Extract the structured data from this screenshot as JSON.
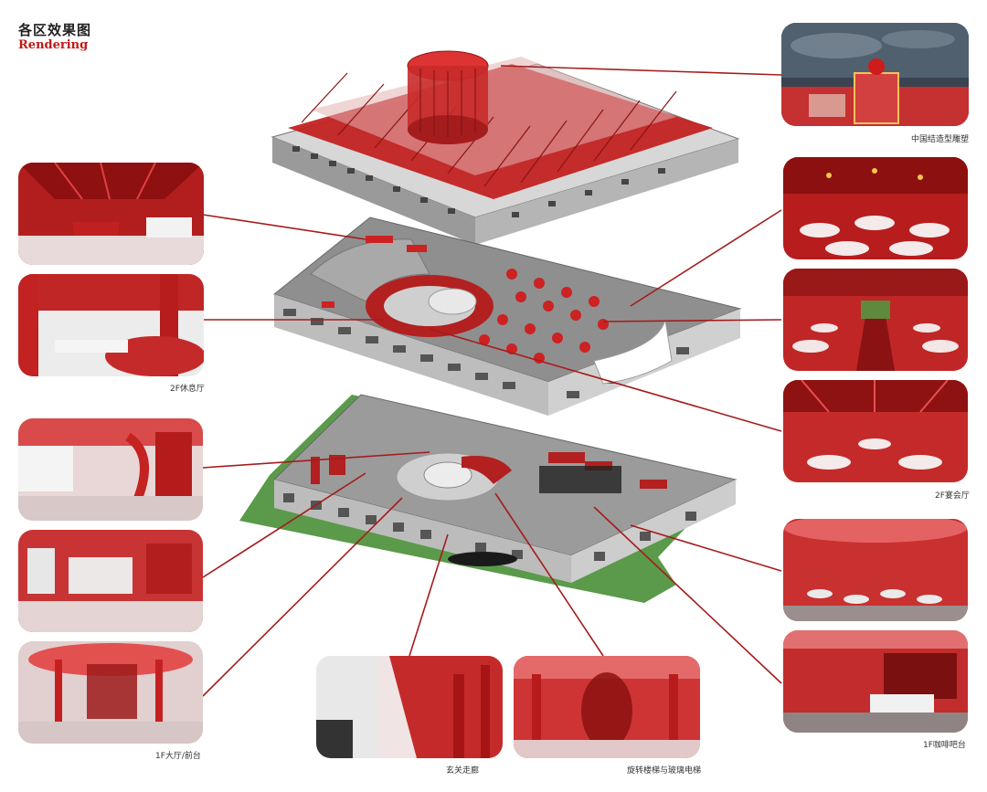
{
  "header": {
    "title_cn": "各区效果图",
    "title_en": "Rendering"
  },
  "captions": {
    "knot_sculpture": "中国结造型雕塑",
    "lounge_2f": "2F休息厅",
    "banquet_2f": "2F宴会厅",
    "lobby_1f": "1F大厅/前台",
    "entrance_corridor": "玄关走廊",
    "stair_elevator": "旋转楼梯与玻璃电梯",
    "cafe_bar_1f": "1F咖啡吧台"
  },
  "colors": {
    "accent_red": "#b81d1d",
    "connector": "#a51c1c",
    "floor_gray": "#8d8d8d",
    "wall_gray": "#c9c9c9"
  }
}
